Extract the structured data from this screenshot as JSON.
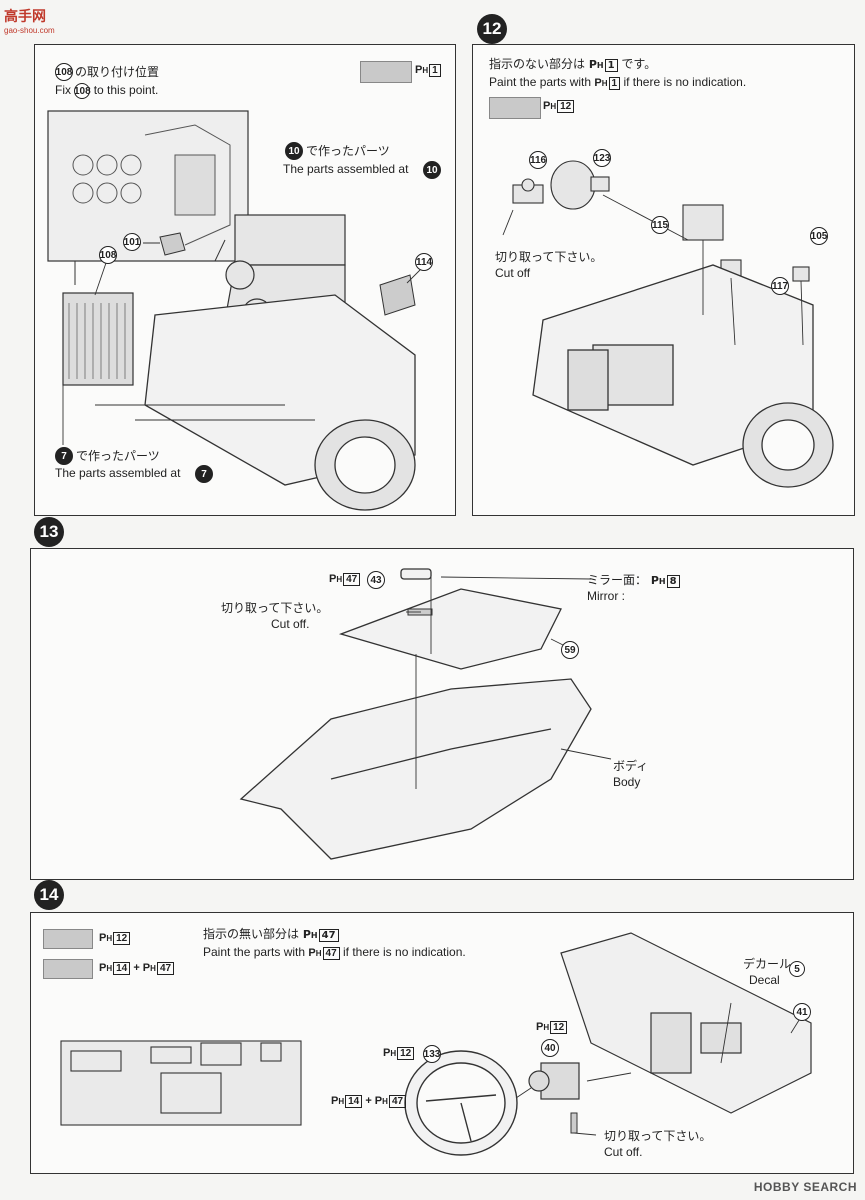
{
  "watermark_top": {
    "text": "高手网",
    "url": "gao-shou.com"
  },
  "watermark_bottom": "HOBBY SEARCH",
  "step11": {
    "fix_label_jp": "の取り付け位置",
    "fix_label_en_prefix": "Fix",
    "fix_label_en_suffix": "to this point.",
    "fix_part": "108",
    "paint_code": "1",
    "assembled_10_jp": "で作ったパーツ",
    "assembled_10_en": "The parts assembled at",
    "assembled_10_num": "10",
    "assembled_7_jp": "で作ったパーツ",
    "assembled_7_en": "The parts assembled at",
    "assembled_7_num": "7",
    "parts": {
      "p101": "101",
      "p108": "108",
      "p114": "114"
    }
  },
  "step12": {
    "number": "12",
    "note_jp": "指示のない部分は",
    "note_jp_suffix": "です。",
    "note_code": "1",
    "note_en_prefix": "Paint the parts with",
    "note_en_suffix": "if there is no indication.",
    "swatch_code": "12",
    "cut_off_jp": "切り取って下さい。",
    "cut_off_en": "Cut off",
    "parts": {
      "p116": "116",
      "p123": "123",
      "p115": "115",
      "p105": "105",
      "p117": "117"
    }
  },
  "step13": {
    "number": "13",
    "paint_code_43": "47",
    "part_43": "43",
    "mirror_jp": "ミラー面：",
    "mirror_code": "8",
    "mirror_en": "Mirror :",
    "cut_off_jp": "切り取って下さい。",
    "cut_off_en": "Cut off.",
    "part_59": "59",
    "body_jp": "ボディ",
    "body_en": "Body"
  },
  "step14": {
    "number": "14",
    "swatch1_code": "12",
    "swatch2_code_a": "14",
    "swatch2_code_b": "47",
    "plus": "+",
    "note_jp": "指示の無い部分は",
    "note_code": "47",
    "note_en_prefix": "Paint the parts with",
    "note_en_suffix": "if there is no indication.",
    "wheel_code": "12",
    "wheel_part": "133",
    "wheel_code2_a": "14",
    "wheel_code2_b": "47",
    "column_code": "12",
    "column_part": "40",
    "decal_jp": "デカール",
    "decal_en": "Decal",
    "decal_num": "5",
    "dash_part": "41",
    "cut_off_jp": "切り取って下さい。",
    "cut_off_en": "Cut off."
  }
}
